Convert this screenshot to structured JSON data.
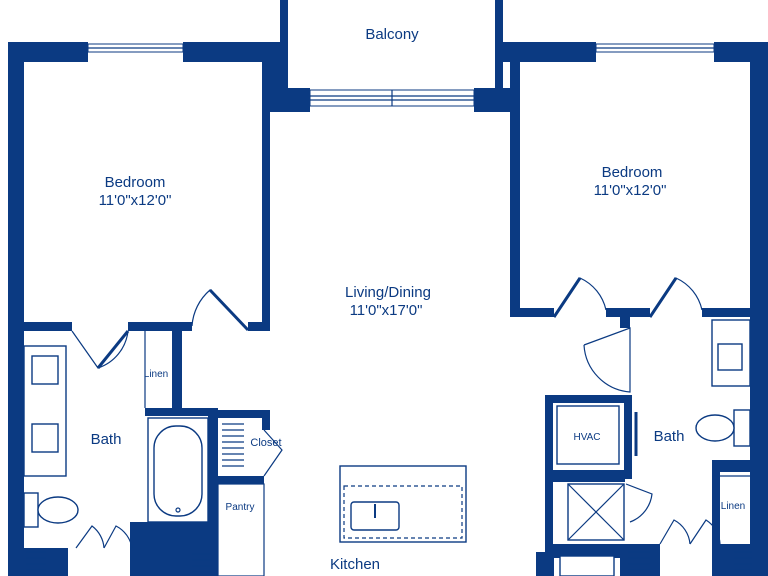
{
  "plan": {
    "colors": {
      "wall": "#0b3a82",
      "background": "#ffffff"
    },
    "rooms": {
      "balcony": {
        "name": "Balcony"
      },
      "bedroom_left": {
        "name": "Bedroom",
        "dims": "11'0\"x12'0\""
      },
      "bedroom_right": {
        "name": "Bedroom",
        "dims": "11'0\"x12'0\""
      },
      "living": {
        "name": "Living/Dining",
        "dims": "11'0\"x17'0\""
      },
      "bath_left": {
        "name": "Bath"
      },
      "bath_right": {
        "name": "Bath"
      },
      "kitchen": {
        "name": "Kitchen"
      }
    },
    "fixtures": {
      "linen_left": "Linen",
      "linen_right": "Linen",
      "closet": "Closet",
      "pantry": "Pantry",
      "hvac": "HVAC"
    }
  }
}
